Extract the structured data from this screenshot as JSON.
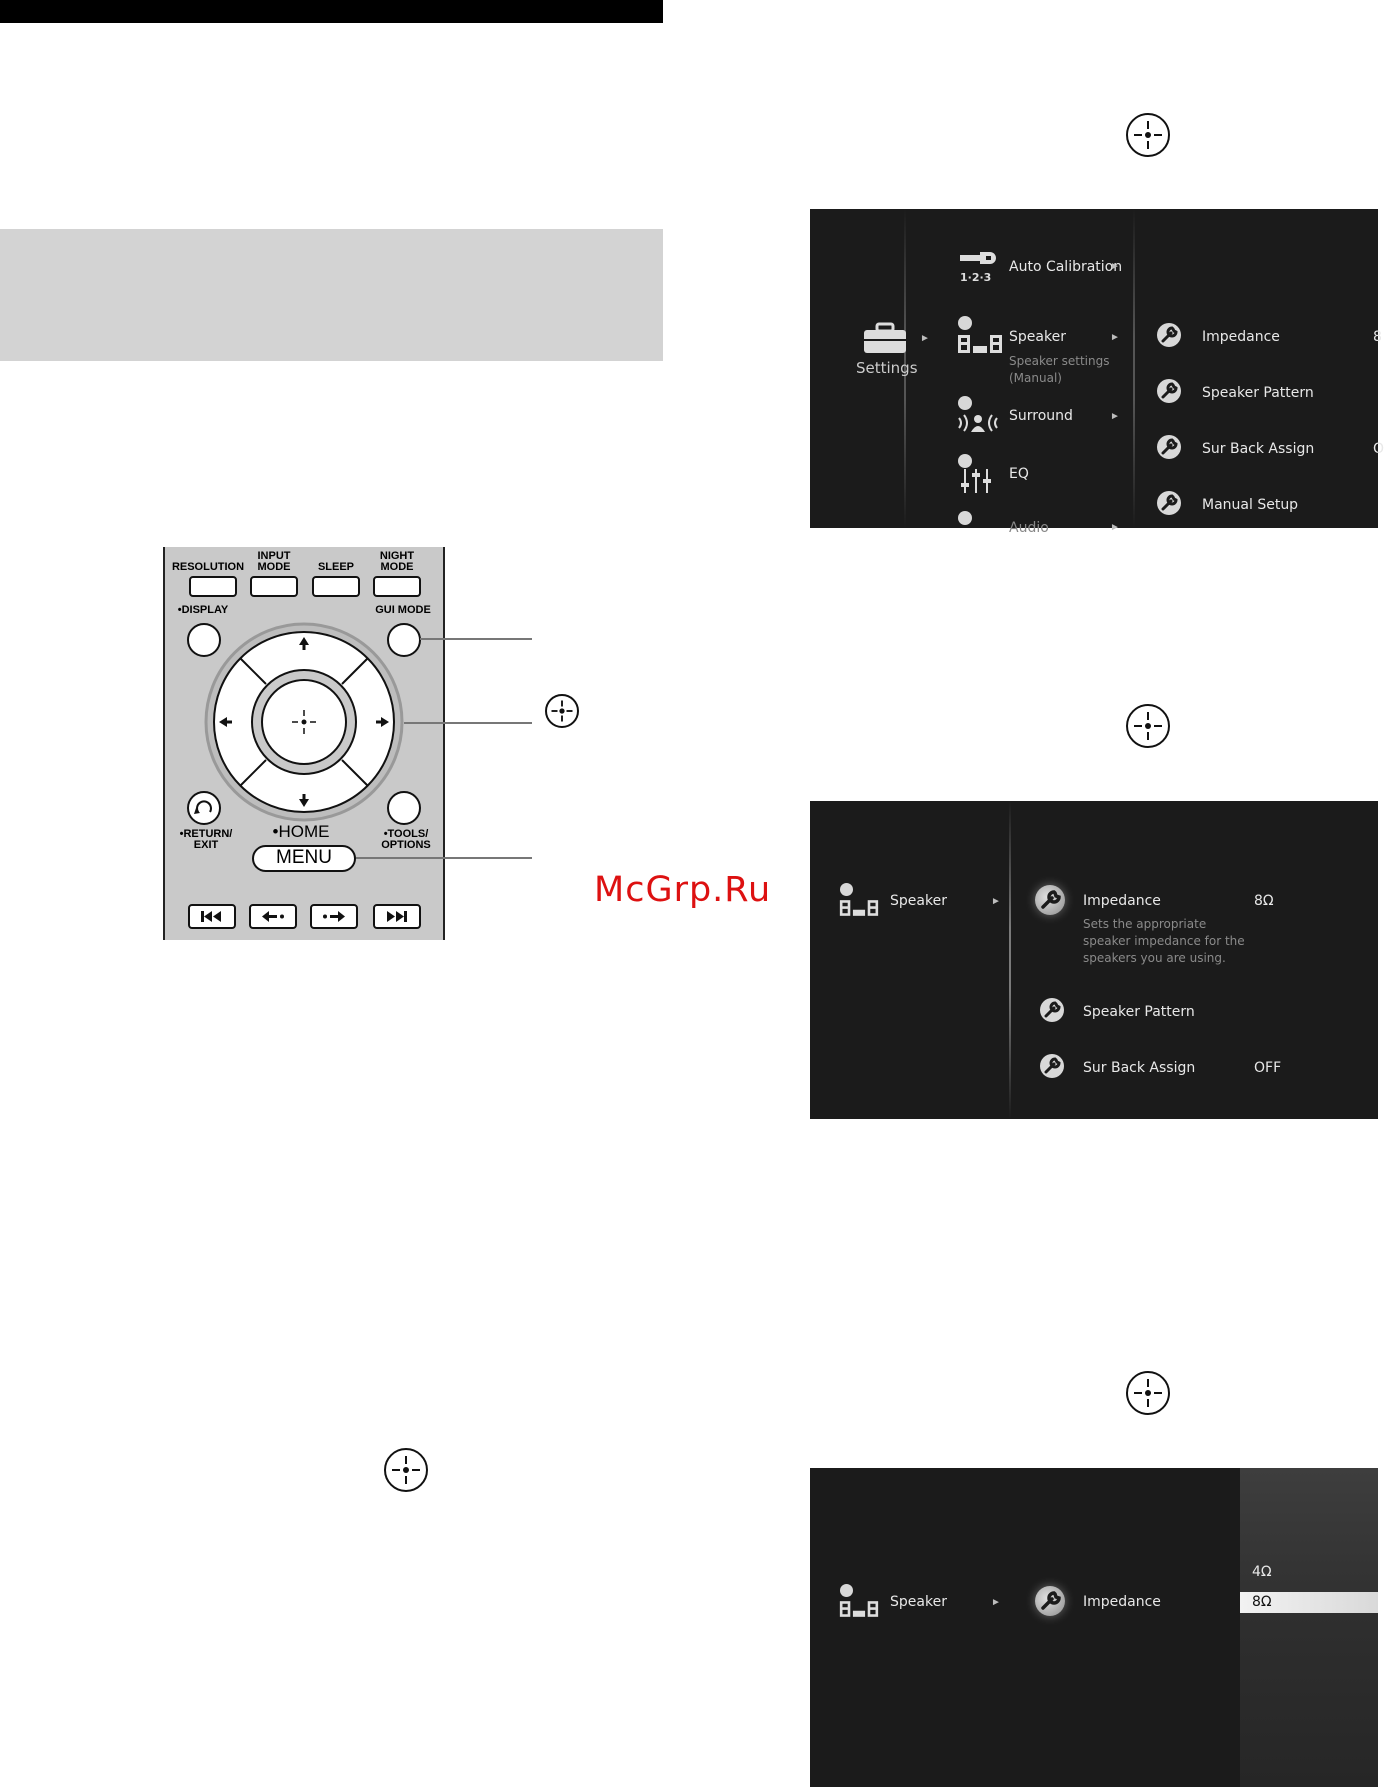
{
  "remote": {
    "labels": {
      "resolution": "RESOLUTION",
      "input_mode": "INPUT\nMODE",
      "sleep": "SLEEP",
      "night_mode": "NIGHT\nMODE",
      "display": "•DISPLAY",
      "gui_mode": "GUI MODE",
      "return_exit": "•RETURN/\nEXIT",
      "home": "•HOME",
      "tools_options": "•TOOLS/\nOPTIONS",
      "menu": "MENU"
    }
  },
  "screen1": {
    "settings_label": "Settings",
    "col2": [
      {
        "label": "Auto Calibration"
      },
      {
        "label": "Speaker",
        "sub": "Speaker settings\n(Manual)"
      },
      {
        "label": "Surround"
      },
      {
        "label": "EQ"
      },
      {
        "label": "Audio"
      }
    ],
    "col3": [
      {
        "label": "Impedance",
        "value": "8"
      },
      {
        "label": "Speaker Pattern",
        "value": ""
      },
      {
        "label": "Sur Back Assign",
        "value": "O"
      },
      {
        "label": "Manual Setup",
        "value": ""
      }
    ]
  },
  "screen2": {
    "left_label": "Speaker",
    "items": [
      {
        "label": "Impedance",
        "value": "8Ω",
        "sub": "Sets the appropriate\nspeaker impedance for the\nspeakers you are using."
      },
      {
        "label": "Speaker Pattern",
        "value": ""
      },
      {
        "label": "Sur Back Assign",
        "value": "OFF"
      }
    ]
  },
  "screen3": {
    "left_label": "Speaker",
    "middle_label": "Impedance",
    "options": [
      "4Ω",
      "8Ω"
    ],
    "selected_index": 1
  },
  "watermark": "McGrp.Ru",
  "colors": {
    "screen_bg": "#1b1b1b",
    "remote_bg": "#c9c9c9",
    "gray_box": "#d3d3d3",
    "watermark": "#dd1111"
  },
  "icons": [
    "enter-icon",
    "toolbox-icon",
    "wrench-icon",
    "speaker-icon",
    "surround-icon",
    "eq-icon",
    "calibration-icon"
  ]
}
